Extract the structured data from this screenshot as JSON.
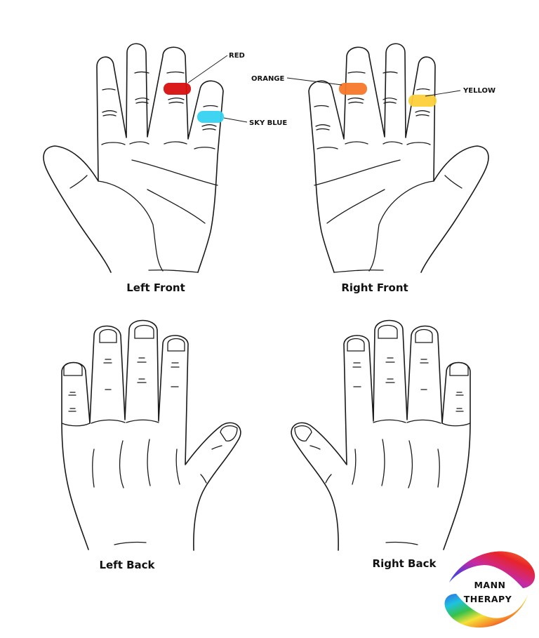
{
  "captions": {
    "left_front": "Left Front",
    "right_front": "Right Front",
    "left_back": "Left Back",
    "right_back": "Right Back"
  },
  "markers": [
    {
      "label": "RED",
      "color": "#d70f0f"
    },
    {
      "label": "SKY BLUE",
      "color": "#35d2f0"
    },
    {
      "label": "ORANGE",
      "color": "#f5782a"
    },
    {
      "label": "YELLOW",
      "color": "#fcd03a"
    }
  ],
  "logo": {
    "line1": "MANN",
    "line2": "THERAPY"
  }
}
